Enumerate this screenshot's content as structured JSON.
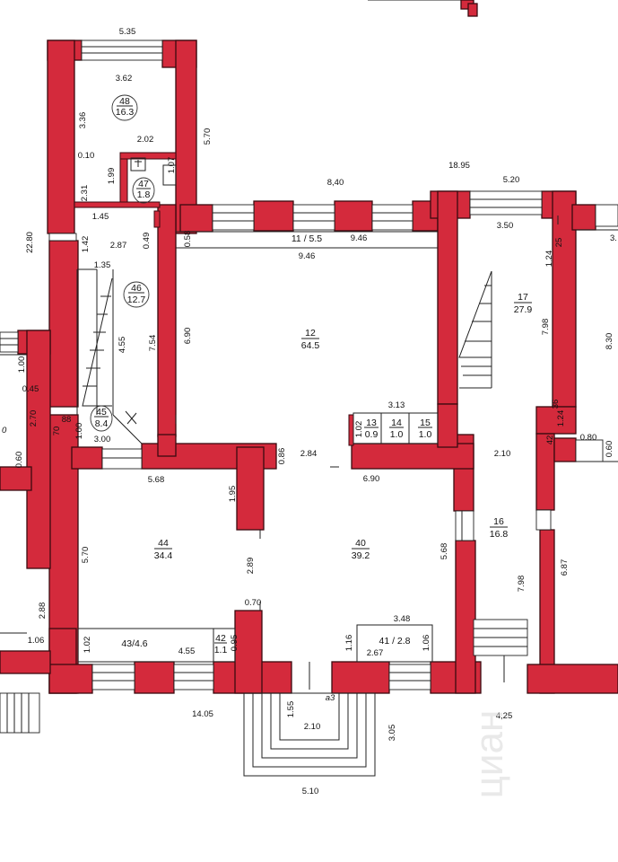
{
  "plan": {
    "rooms": [
      {
        "id": "48",
        "number": "48",
        "area": "16.3",
        "circled": true
      },
      {
        "id": "47",
        "number": "47",
        "area": "1.8",
        "circled": true
      },
      {
        "id": "46",
        "number": "46",
        "area": "12.7",
        "circled": true
      },
      {
        "id": "45",
        "number": "45",
        "area": "8.4",
        "circled": true
      },
      {
        "id": "12",
        "number": "12",
        "area": "64.5",
        "circled": false
      },
      {
        "id": "17",
        "number": "17",
        "area": "27.9",
        "circled": false
      },
      {
        "id": "13",
        "number": "13",
        "area": "0.9",
        "circled": false
      },
      {
        "id": "14",
        "number": "14",
        "area": "1.0",
        "circled": false
      },
      {
        "id": "15",
        "number": "15",
        "area": "1.0",
        "circled": false
      },
      {
        "id": "44",
        "number": "44",
        "area": "34.4",
        "circled": false
      },
      {
        "id": "40",
        "number": "40",
        "area": "39.2",
        "circled": false
      },
      {
        "id": "16",
        "number": "16",
        "area": "16.8",
        "circled": false
      },
      {
        "id": "42",
        "number": "42",
        "area": "1.1",
        "circled": false
      }
    ],
    "inline_rooms": {
      "r11": "11 / 5.5",
      "r43": "43/4.6",
      "r41": "41 / 2.8"
    },
    "dimensions": {
      "d535": "5.35",
      "d362": "3.62",
      "d336": "3.36",
      "d010": "0.10",
      "d202": "2.02",
      "d570a": "5.70",
      "d199": "1.99",
      "d107": "1.07",
      "d231": "2.31",
      "d840": "8,40",
      "d1895": "18.95",
      "d520": "5.20",
      "d145": "1.45",
      "d2280": "22.80",
      "d287": "2.87",
      "d049": "0.49",
      "d058": "0.58",
      "d946a": "9.46",
      "d350": "3.50",
      "d142": "1.42",
      "d946b": "9.46",
      "d135": "1.35",
      "d124a": "1.24",
      "d25": "25",
      "d455a": "4.55",
      "d754": "7.54",
      "d690a": "6.90",
      "d798a": "7.98",
      "d830": "8.30",
      "d100a": "1.00",
      "d045": "0.45",
      "d270": "2.70",
      "d313": "3.13",
      "d36": "36",
      "d124b": "1.24",
      "d70": "70",
      "d88": "88",
      "d100b": "1.00",
      "d102a": "1.02",
      "d300": "3.00",
      "d42a": "42",
      "d080": "0.80",
      "d060a": "0.60",
      "d060b": "0.60",
      "d086": "0.86",
      "d284": "2.84",
      "d690b": "6.90",
      "d210a": "2.10",
      "d568": "5.68",
      "d195": "1.95",
      "d570b": "5.70",
      "d289": "2.89",
      "d568b": "5.68",
      "d687": "6.87",
      "d798b": "7.98",
      "d070": "0.70",
      "d348": "3.48",
      "d288": "2.88",
      "d106a": "1.06",
      "d102b": "1.02",
      "d455b": "4.55",
      "d095": "0.95",
      "d116": "1.16",
      "d267": "2.67",
      "d106b": "1.06",
      "d1405": "14.05",
      "d155": "1.55",
      "d210b": "2.10",
      "d305": "3.05",
      "d425": "4,25",
      "d510": "5.10",
      "da3": "a3",
      "d30": "3.",
      "d0frag": "0"
    },
    "watermark": "циан",
    "colors": {
      "wall": "#d42a3c",
      "ink": "#111111",
      "background": "#ffffff"
    }
  }
}
